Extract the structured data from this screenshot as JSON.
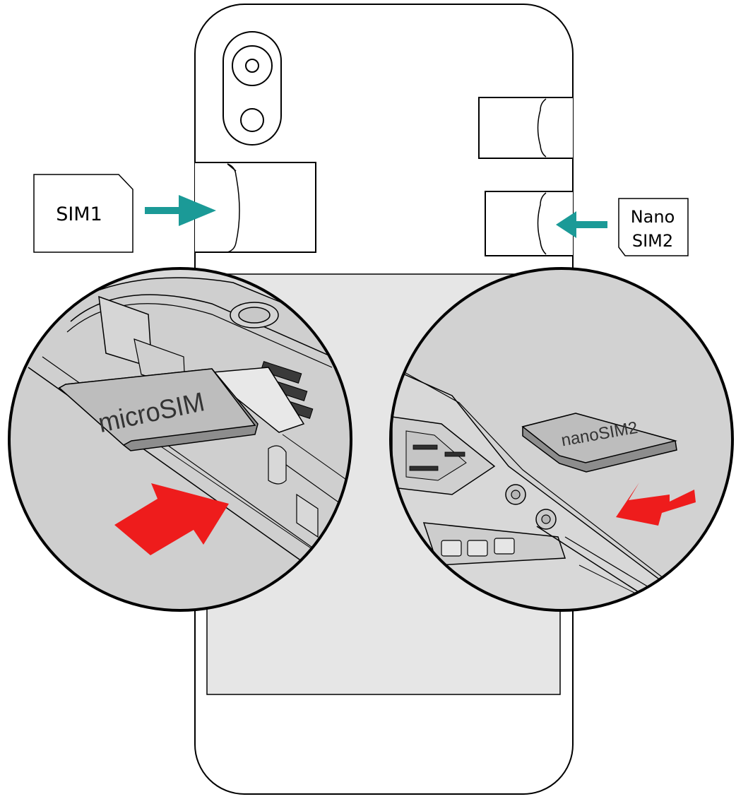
{
  "labels": {
    "sim1": "SIM1",
    "nano_line1": "Nano",
    "nano_line2": "SIM2",
    "micro_chip": "microSIM",
    "nano_chip": "nanoSIM2"
  },
  "colors": {
    "outline": "#000000",
    "panel_fill": "#e6e6e6",
    "inset_bg": "#cfcfcf",
    "arrow_teal": "#1b9a97",
    "arrow_red": "#ee1c1c",
    "card_fill": "#ffffff"
  },
  "icons": {
    "camera": "camera-module-icon",
    "arrow_sim1": "teal-arrow-right-icon",
    "arrow_sim2": "teal-arrow-left-icon",
    "red_arrow_left_inset": "red-arrow-right-icon",
    "red_arrow_right_inset": "red-arrow-left-icon"
  }
}
